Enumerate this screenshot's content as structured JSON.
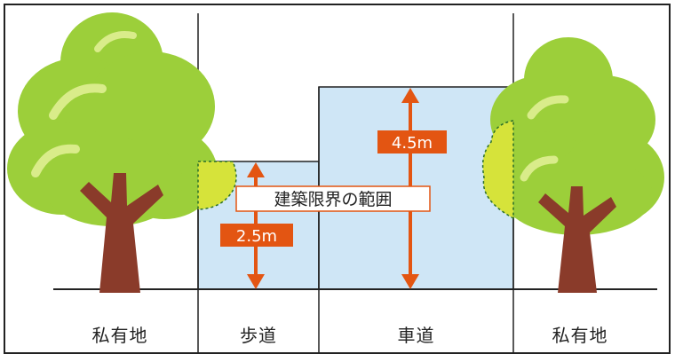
{
  "diagram": {
    "center_label": "建築限界の範囲",
    "sidewalk_height": "2.5m",
    "roadway_height": "4.5m"
  },
  "zones": [
    {
      "label": "私有地"
    },
    {
      "label": "歩道"
    },
    {
      "label": "車道"
    },
    {
      "label": "私有地"
    }
  ],
  "colors": {
    "clearance_fill": "#cfe6f6",
    "arrow": "#e35512",
    "leaf_green": "#9ccf3a",
    "leaf_highlight": "#d9ec8a",
    "overhang_yellow": "#d6e33a",
    "trunk": "#8a3b2a"
  }
}
